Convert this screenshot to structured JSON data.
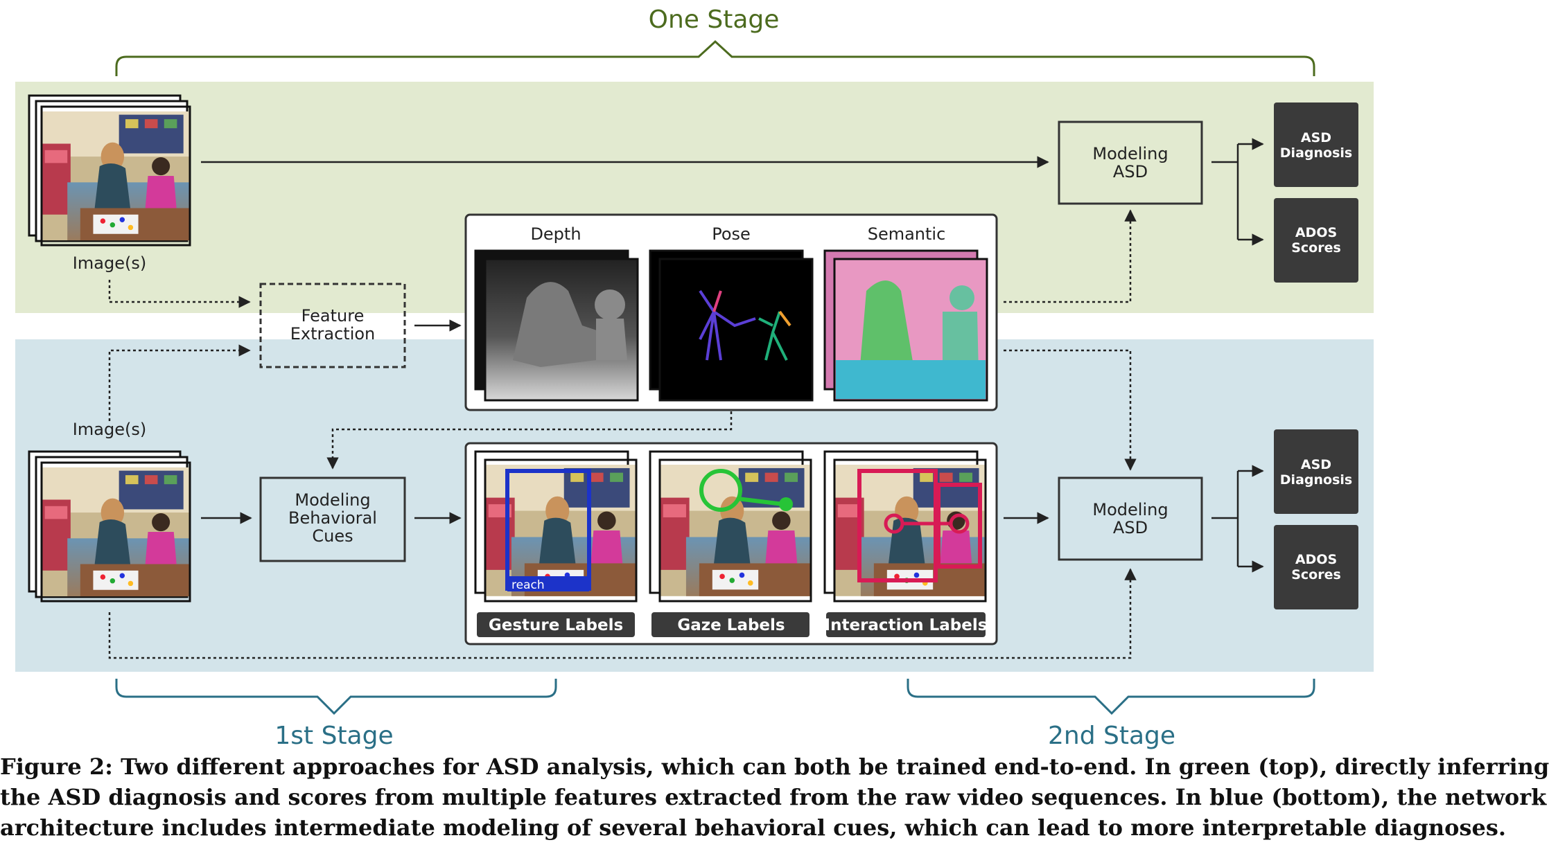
{
  "stages": {
    "one_stage": "One Stage",
    "first_stage": "1st Stage",
    "second_stage": "2nd Stage"
  },
  "inputs": {
    "top_label": "Image(s)",
    "bottom_label": "Image(s)"
  },
  "boxes": {
    "feature_extraction": [
      "Feature",
      "Extraction"
    ],
    "modeling_behavioral_cues": [
      "Modeling",
      "Behavioral",
      "Cues"
    ],
    "modeling_asd_top": [
      "Modeling",
      "ASD"
    ],
    "modeling_asd_bottom": [
      "Modeling",
      "ASD"
    ]
  },
  "features": {
    "depth": "Depth",
    "pose": "Pose",
    "semantic": "Semantic"
  },
  "cue_labels": {
    "gesture": "Gesture Labels",
    "gaze": "Gaze Labels",
    "interaction": "Interaction Labels",
    "reach_tag": "reach"
  },
  "outputs": {
    "asd_diagnosis": [
      "ASD",
      "Diagnosis"
    ],
    "ados_scores": [
      "ADOS",
      "Scores"
    ]
  },
  "caption": [
    "Figure 2: Two different approaches for ASD analysis, which can both be trained end-to-end. In green (top), directly inferring",
    "the ASD diagnosis and scores from multiple features extracted from the raw video sequences. In blue (bottom), the network",
    "architecture includes intermediate modeling of several behavioral cues, which can lead to more interpretable diagnoses."
  ],
  "colors": {
    "green_panel": "#e2ead0",
    "blue_panel": "#d3e4ea",
    "green_text": "#4c6b1e",
    "blue_text": "#2a6f86",
    "dark_box": "#3a3a3a",
    "gesture_box": "#1c33c9",
    "gaze_marker": "#27c437",
    "interaction_box": "#d81b55"
  }
}
